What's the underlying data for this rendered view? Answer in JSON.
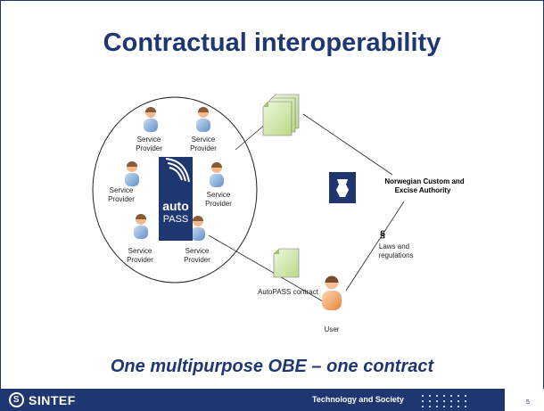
{
  "slide": {
    "title": "Contractual interoperability",
    "subtitle": "One multipurpose OBE – one contract",
    "page_number": "5"
  },
  "diagram": {
    "service_provider_label_line1": "Service",
    "service_provider_label_line2": "Provider",
    "autopass_logo": {
      "line1": "auto",
      "line2": "PASS"
    },
    "authority": {
      "line1": "Norwegian Custom and",
      "line2": "Excise Authority"
    },
    "section_symbol": "§",
    "laws": {
      "line1": "Laws and",
      "line2": "regulations"
    },
    "contract_label": "AutoPASS contract",
    "user_label": "User"
  },
  "footer": {
    "logo_text": "SINTEF",
    "tagline": "Technology and Society"
  },
  "colors": {
    "brand_blue": "#1f3770",
    "person_blue": "#7fa8d8",
    "user_orange": "#f2a25e",
    "document_green": "#c8e6a0"
  }
}
